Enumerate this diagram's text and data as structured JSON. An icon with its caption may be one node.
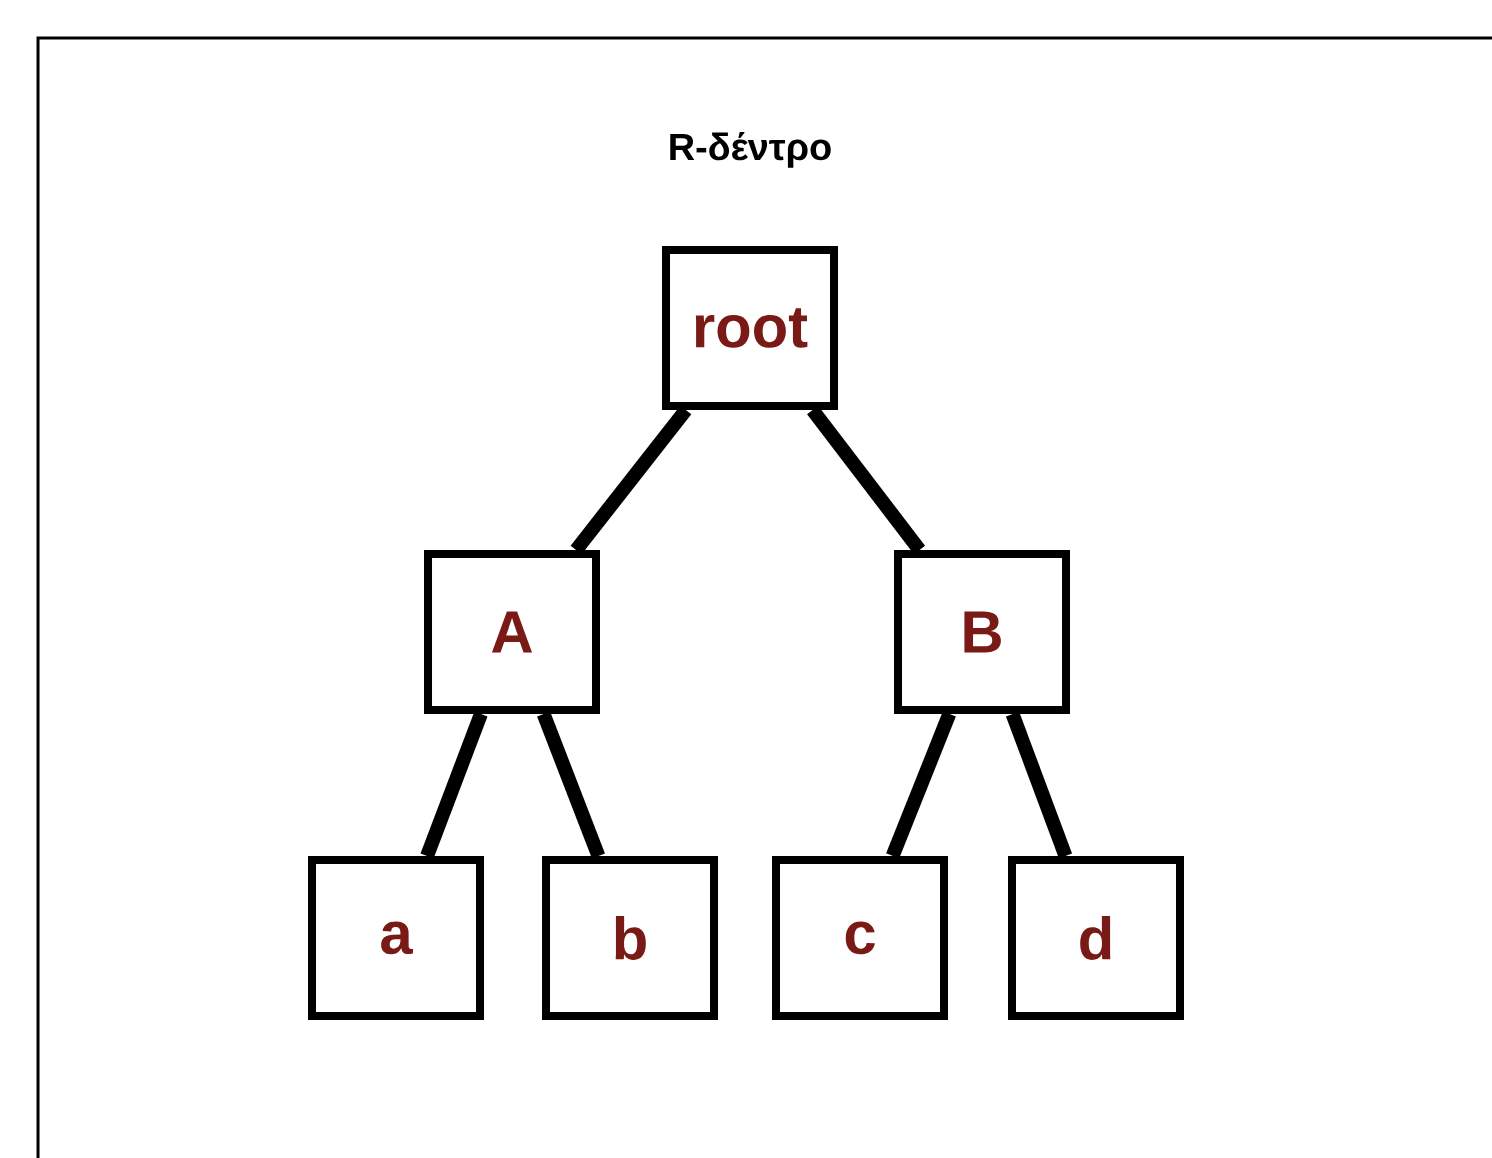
{
  "diagram": {
    "title": "R-δέντρο",
    "nodes": [
      {
        "text": [
          "root"
        ]
      },
      {
        "text": [
          "A"
        ]
      },
      {
        "text": [
          "B"
        ]
      },
      {
        "text": [
          "a"
        ]
      },
      {
        "text": [
          "b"
        ]
      },
      {
        "text": [
          "c"
        ]
      },
      {
        "text": [
          "d"
        ]
      }
    ],
    "edges": [
      {
        "from": 0,
        "to": 1,
        "arrow": "none"
      },
      {
        "from": 0,
        "to": 2,
        "arrow": "none"
      },
      {
        "from": 1,
        "to": 3,
        "arrow": "none"
      },
      {
        "from": 1,
        "to": 4,
        "arrow": "none"
      },
      {
        "from": 2,
        "to": 5,
        "arrow": "none"
      },
      {
        "from": 2,
        "to": 6,
        "arrow": "none"
      }
    ]
  }
}
